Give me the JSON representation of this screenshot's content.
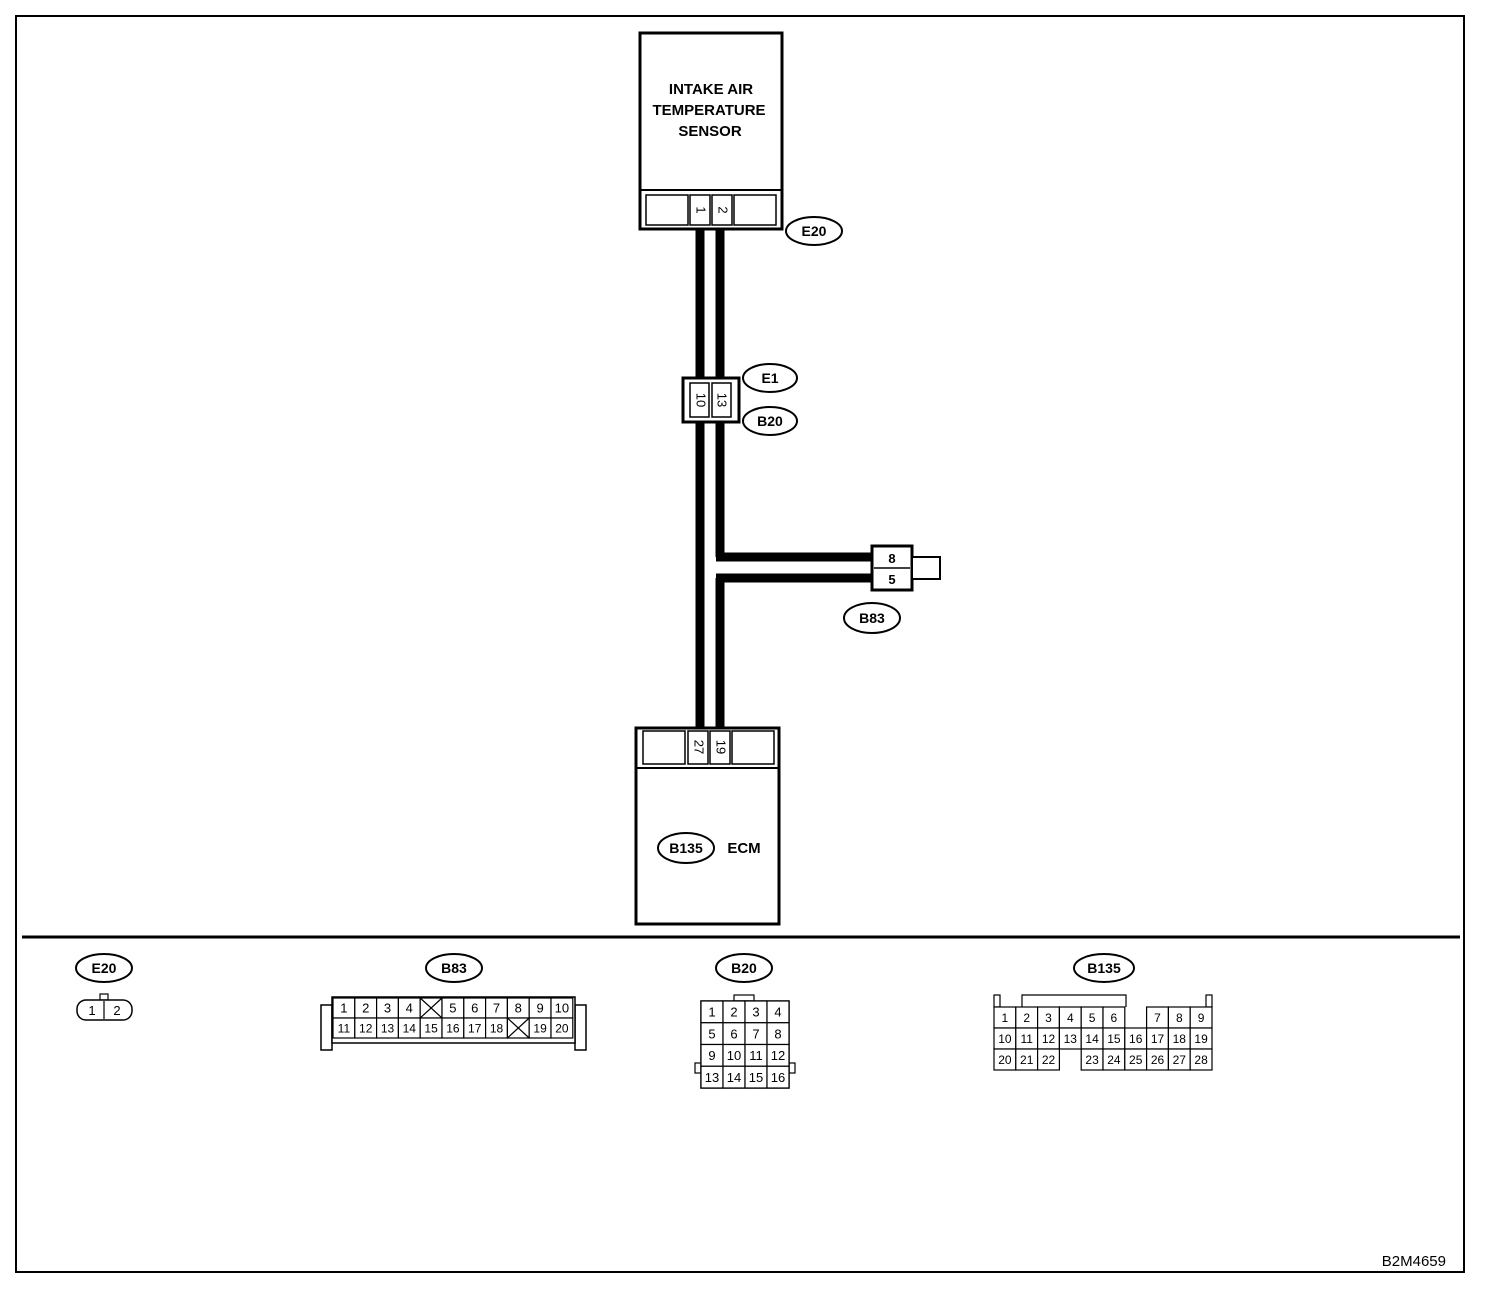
{
  "sensor": {
    "lines": [
      "INTAKE AIR",
      "TEMPERATURE",
      "SENSOR"
    ],
    "pins": [
      "1",
      "2"
    ]
  },
  "ecm": {
    "connector": "B135",
    "label": "ECM",
    "pins": [
      "27",
      "19"
    ]
  },
  "tags": {
    "e20": "E20",
    "e1": "E1",
    "b20": "B20",
    "b83": "B83"
  },
  "junction_e1_b20": {
    "pins": [
      "10",
      "13"
    ]
  },
  "b83_branch": {
    "pins": [
      "8",
      "5"
    ]
  },
  "views": {
    "e20": {
      "tag": "E20",
      "pins": [
        "1",
        "2"
      ]
    },
    "b83": {
      "tag": "B83",
      "row1": [
        "1",
        "2",
        "3",
        "4",
        "",
        "5",
        "6",
        "7",
        "8",
        "9",
        "10"
      ],
      "row2": [
        "11",
        "12",
        "13",
        "14",
        "15",
        "16",
        "17",
        "18",
        "",
        "19",
        "20"
      ]
    },
    "b20": {
      "tag": "B20",
      "rows": [
        [
          "1",
          "2",
          "3",
          "4"
        ],
        [
          "5",
          "6",
          "7",
          "8"
        ],
        [
          "9",
          "10",
          "11",
          "12"
        ],
        [
          "13",
          "14",
          "15",
          "16"
        ]
      ]
    },
    "b135": {
      "tag": "B135",
      "row1": [
        "1",
        "2",
        "3",
        "4",
        "5",
        "6",
        "",
        "7",
        "8",
        "9"
      ],
      "row2": [
        "10",
        "11",
        "12",
        "13",
        "14",
        "15",
        "16",
        "17",
        "18",
        "19"
      ],
      "row3": [
        "20",
        "21",
        "22",
        "",
        "23",
        "24",
        "25",
        "26",
        "27",
        "28"
      ]
    }
  },
  "figure_id": "B2M4659"
}
